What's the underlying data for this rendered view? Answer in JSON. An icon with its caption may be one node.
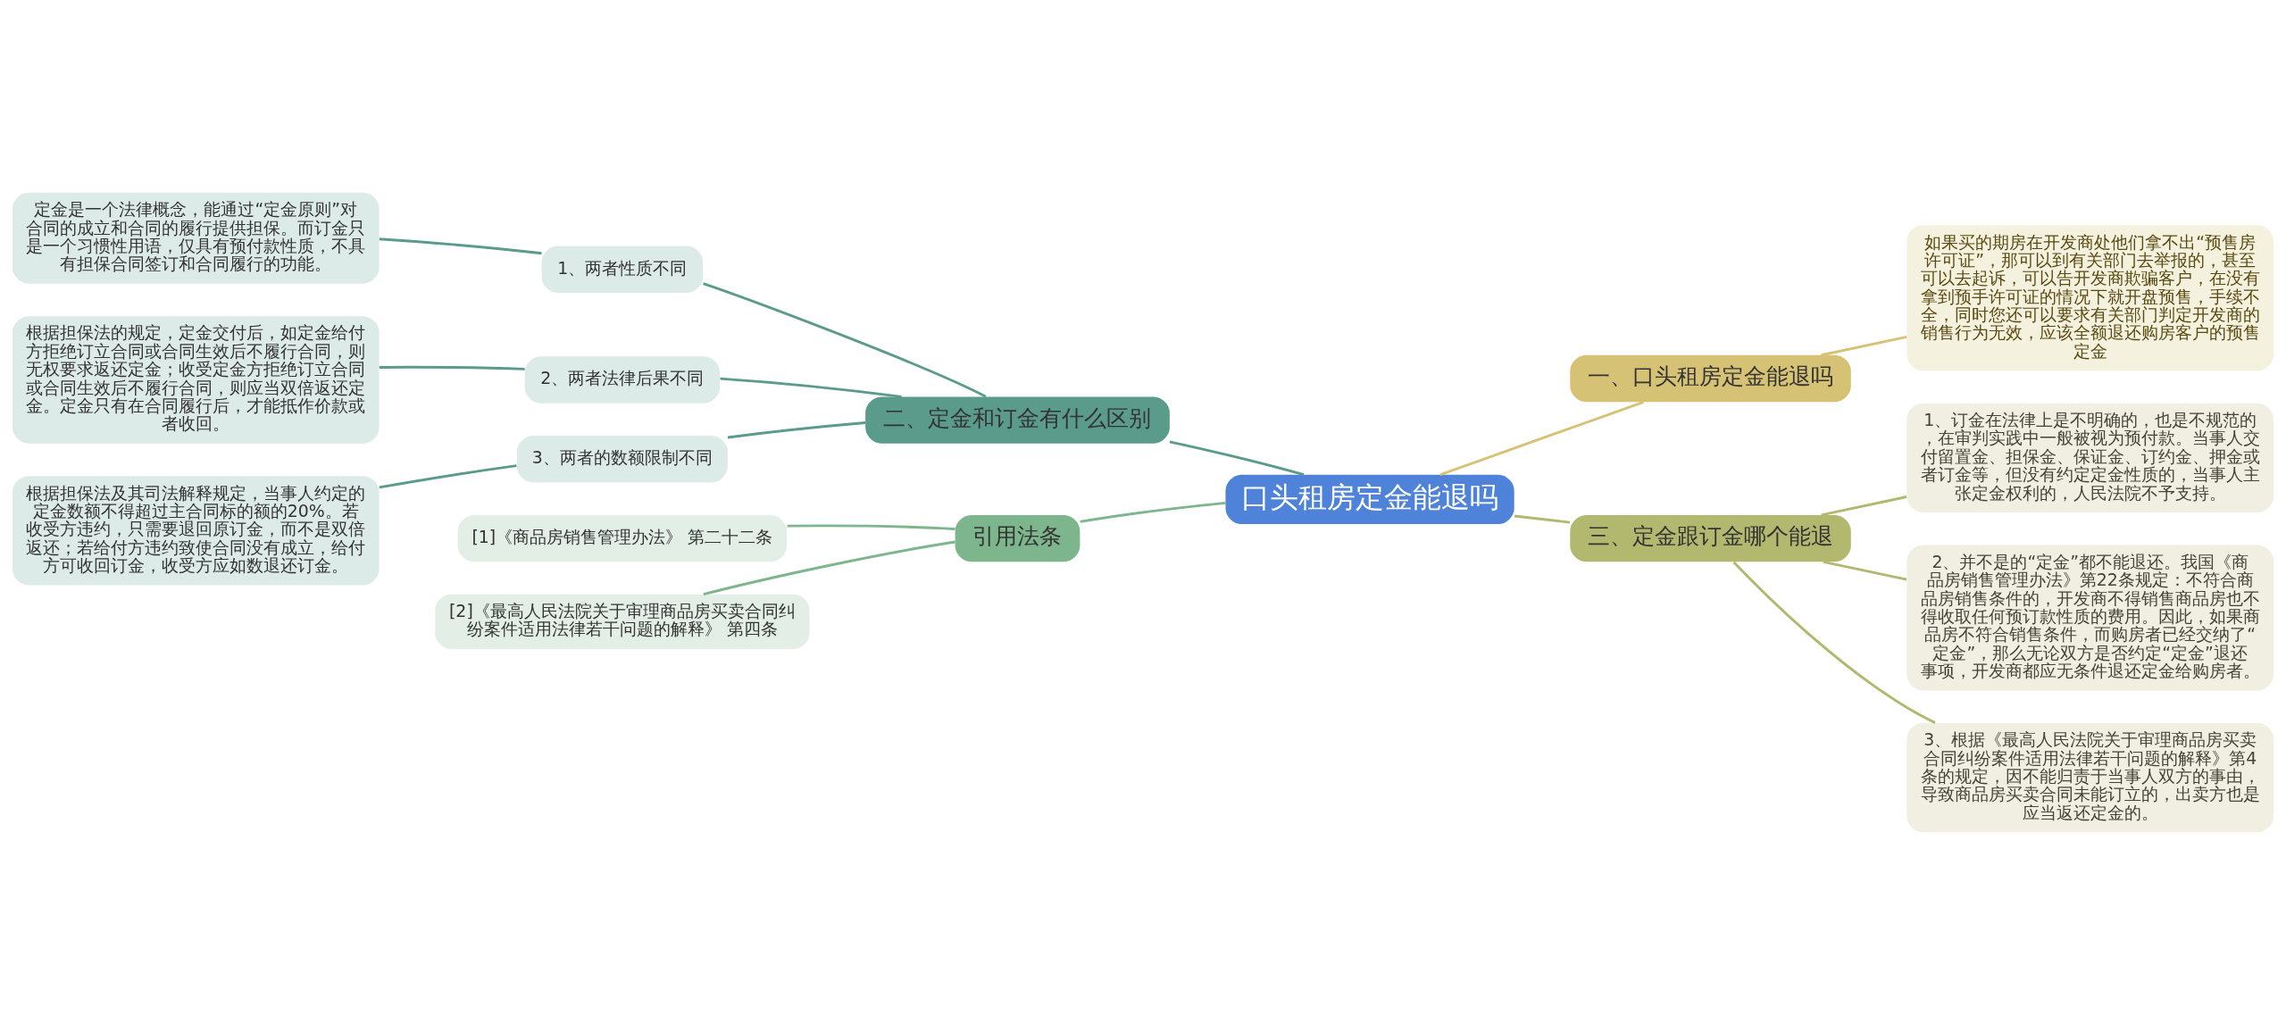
{
  "diagram": {
    "nodes": [
      {
        "text": [
          "口头租房定金能退吗"
        ]
      },
      {
        "text": [
          "一、口头租房定金能退吗"
        ]
      },
      {
        "text": [
          "如果买的期房在开发商处他们拿不出“预售房许可证”，那可以到有关部门去举报的，甚至可以去起诉，可以告开发商欺骗客户，在没有拿到预手许可证的情况下就开盘预售，手续不全，同时您还可以要求有关部门判定开发商的销售行为无效，应该全额退还购房客户的预售定金"
        ]
      },
      {
        "text": [
          "三、定金跟订金哪个能退"
        ]
      },
      {
        "text": [
          "1、订金在法律上是不明确的，也是不规范的，在审判实践中一般被视为预付款。当事人交付留置金、担保金、保证金、订约金、押金或者订金等，但没有约定定金性质的，当事人主张定金权利的，人民法院不予支持。"
        ]
      },
      {
        "text": [
          "2、并不是的“定金”都不能退还。我国《商品房销售管理办法》第22条规定：不符合商品房销售条件的，开发商不得销售商品房也不得收取任何预订款性质的费用。因此，如果商品房不符合销售条件，而购房者已经交纳了“定金”，那么无论双方是否约定“定金”退还事项，开发商都应无条件退还定金给购房者。"
        ]
      },
      {
        "text": [
          "3、根据《最高人民法院关于审理商品房买卖合同纠纷案件适用法律若干问题的解释》第4条的规定，因不能归责于当事人双方的事由，导致商品房买卖合同未能订立的，出卖方也是应当返还定金的。"
        ]
      },
      {
        "text": [
          "二、定金和订金有什么区别"
        ]
      },
      {
        "text": [
          "1、两者性质不同"
        ]
      },
      {
        "text": [
          "定金是一个法律概念，能通过“定金原则”对合同的成立和合同的履行提供担保。而订金只是一个习惯性用语，仅具有预付款性质，不具有担保合同签订和合同履行的功能。"
        ]
      },
      {
        "text": [
          "2、两者法律后果不同"
        ]
      },
      {
        "text": [
          "根据担保法的规定，定金交付后，如定金给付方拒绝订立合同或合同生效后不履行合同，则无权要求返还定金；收受定金方拒绝订立合同或合同生效后不履行合同，则应当双倍返还定金。定金只有在合同履行后，才能抵作价款或者收回。"
        ]
      },
      {
        "text": [
          "3、两者的数额限制不同"
        ]
      },
      {
        "text": [
          "根据担保法及其司法解释规定，当事人约定的定金数额不得超过主合同标的额的20%。若收受方违约，只需要退回原订金，而不是双倍返还；若给付方违约致使合同没有成立，给付方可收回订金，收受方应如数退还订金。"
        ]
      },
      {
        "text": [
          "引用法条"
        ]
      },
      {
        "text": [
          "[1]《商品房销售管理办法》 第二十二条"
        ]
      },
      {
        "text": [
          "[2]《最高人民法院关于审理商品房买卖合同纠纷案件适用法律若干问题的解释》 第四条"
        ]
      }
    ],
    "edges": [
      {
        "from": 0,
        "to": 1,
        "arrow": "none",
        "color": "#d6c274"
      },
      {
        "from": 1,
        "to": 2,
        "arrow": "none",
        "color": "#d6c274"
      },
      {
        "from": 0,
        "to": 3,
        "arrow": "none",
        "color": "#b3b86f"
      },
      {
        "from": 3,
        "to": 4,
        "arrow": "none",
        "color": "#b3b86f"
      },
      {
        "from": 3,
        "to": 5,
        "arrow": "none",
        "color": "#b3b86f"
      },
      {
        "from": 3,
        "to": 6,
        "arrow": "none",
        "color": "#b3b86f"
      },
      {
        "from": 0,
        "to": 7,
        "arrow": "none"
      },
      {
        "from": 7,
        "to": 8,
        "arrow": "none"
      },
      {
        "from": 8,
        "to": 9,
        "arrow": "none"
      },
      {
        "from": 7,
        "to": 10,
        "arrow": "none"
      },
      {
        "from": 10,
        "to": 11,
        "arrow": "none"
      },
      {
        "from": 7,
        "to": 12,
        "arrow": "none"
      },
      {
        "from": 12,
        "to": 13,
        "arrow": "none"
      },
      {
        "from": 0,
        "to": 14,
        "arrow": "none",
        "color": "#7db58c"
      },
      {
        "from": 14,
        "to": 15,
        "arrow": "none",
        "color": "#7db58c"
      },
      {
        "from": 14,
        "to": 16,
        "arrow": "none",
        "color": "#7db58c"
      }
    ]
  }
}
